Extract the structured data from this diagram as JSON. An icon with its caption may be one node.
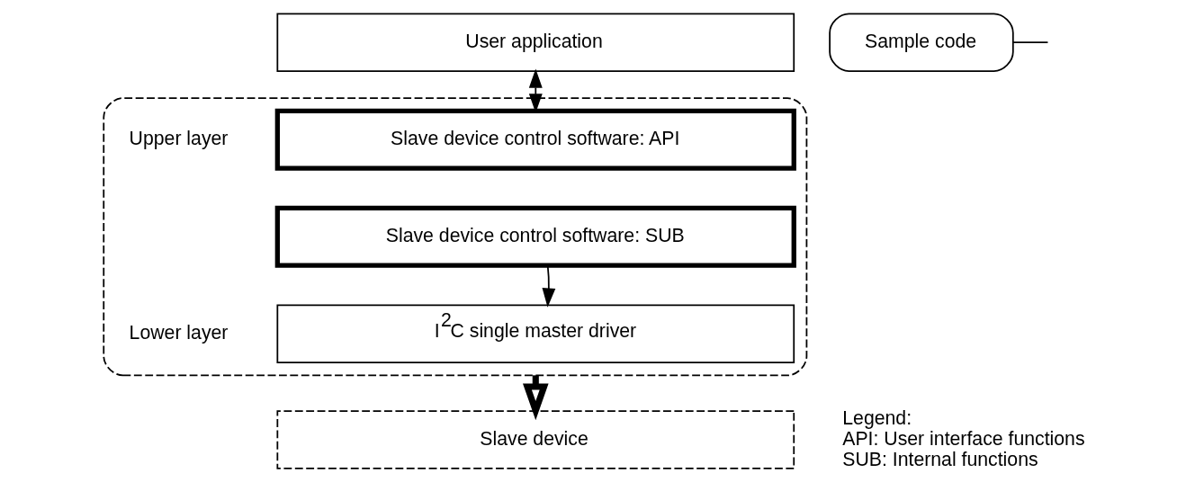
{
  "diagram": {
    "nodes": [
      {
        "text": [
          "User application"
        ]
      },
      {
        "text": [],
        "shape": "box"
      },
      {
        "text": [
          "Slave device control software: API"
        ],
        "in": 1
      },
      {
        "text": [
          "Slave device control software: SUB"
        ],
        "in": 1
      },
      {
        "text": [
          "I$^{2}$C single master driver"
        ],
        "in": 1
      },
      {
        "text": [
          "Slave device"
        ]
      },
      {
        "text": [
          "Sample code"
        ]
      }
    ],
    "edges": [
      {
        "from": 0,
        "to": 2,
        "arrow": "both"
      },
      {
        "from": 3,
        "to": 4,
        "arrow": "to"
      },
      {
        "from": 1,
        "to": 5,
        "arrow": "to",
        "style": "thick"
      },
      {
        "from": 6,
        "to": null,
        "arrow": "none"
      }
    ],
    "labels": [
      "Upper layer",
      "Lower layer",
      "Legend:",
      "API: User interface functions",
      "SUB: Internal functions"
    ]
  }
}
